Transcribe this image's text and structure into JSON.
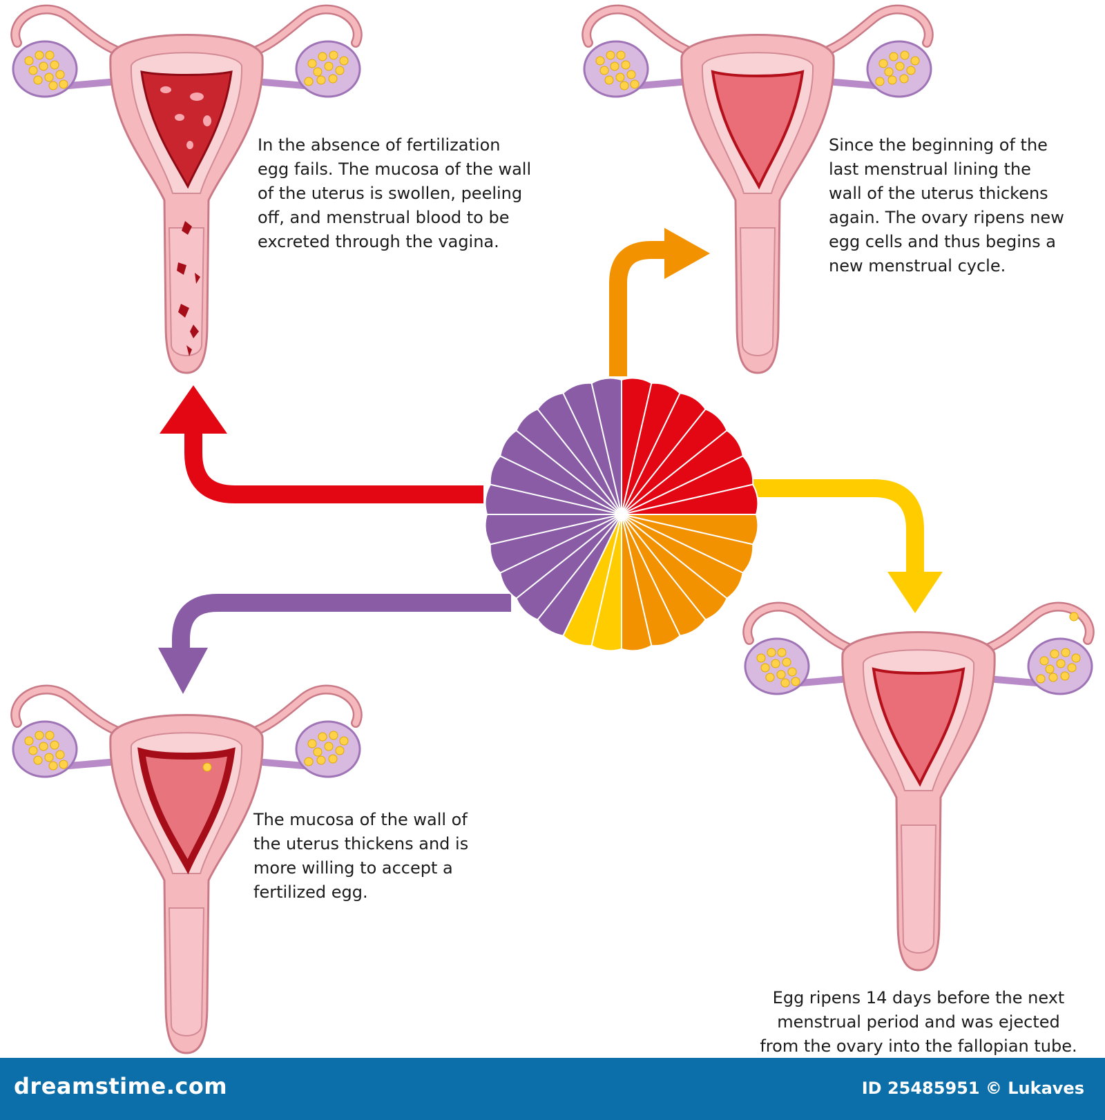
{
  "captions": {
    "top_left": "In the absence of fertilization\negg fails. The mucosa of the wall\nof the uterus is swollen, peeling\noff, and menstrual blood to be\nexcreted through the vagina.",
    "top_right": "Since the beginning of the\nlast menstrual lining the\nwall of the uterus thickens\nagain. The ovary ripens new\negg cells and thus begins a\nnew menstrual cycle.",
    "bottom_left": "The mucosa of the wall of\nthe uterus thickens and is\nmore willing to accept a\nfertilized egg.",
    "bottom_right": "Egg ripens 14 days before the next\nmenstrual period and was ejected\nfrom the ovary into the fallopian tube."
  },
  "cycle_wheel": {
    "phases": [
      {
        "phase": "menstruation",
        "days": 7,
        "color": "#e30613"
      },
      {
        "phase": "lining-rebuild",
        "days": 7,
        "color": "#f39200"
      },
      {
        "phase": "ovulation",
        "days": 2,
        "color": "#ffcc00"
      },
      {
        "phase": "secretory",
        "days": 12,
        "color": "#8a5ca6"
      }
    ]
  },
  "colors": {
    "menstruation": "#e30613",
    "proliferative": "#f39200",
    "ovulation": "#ffcc00",
    "secretory": "#8a5ca6",
    "tissue": "#f5b8bd",
    "tissue_outline": "#c97a86",
    "ovary": "#d8b9e0",
    "egg": "#ffd24a",
    "footer": "#0c6fa9"
  },
  "footer": {
    "brand": "dreamstime.com",
    "credit": "ID 25485951 © Lukaves"
  }
}
